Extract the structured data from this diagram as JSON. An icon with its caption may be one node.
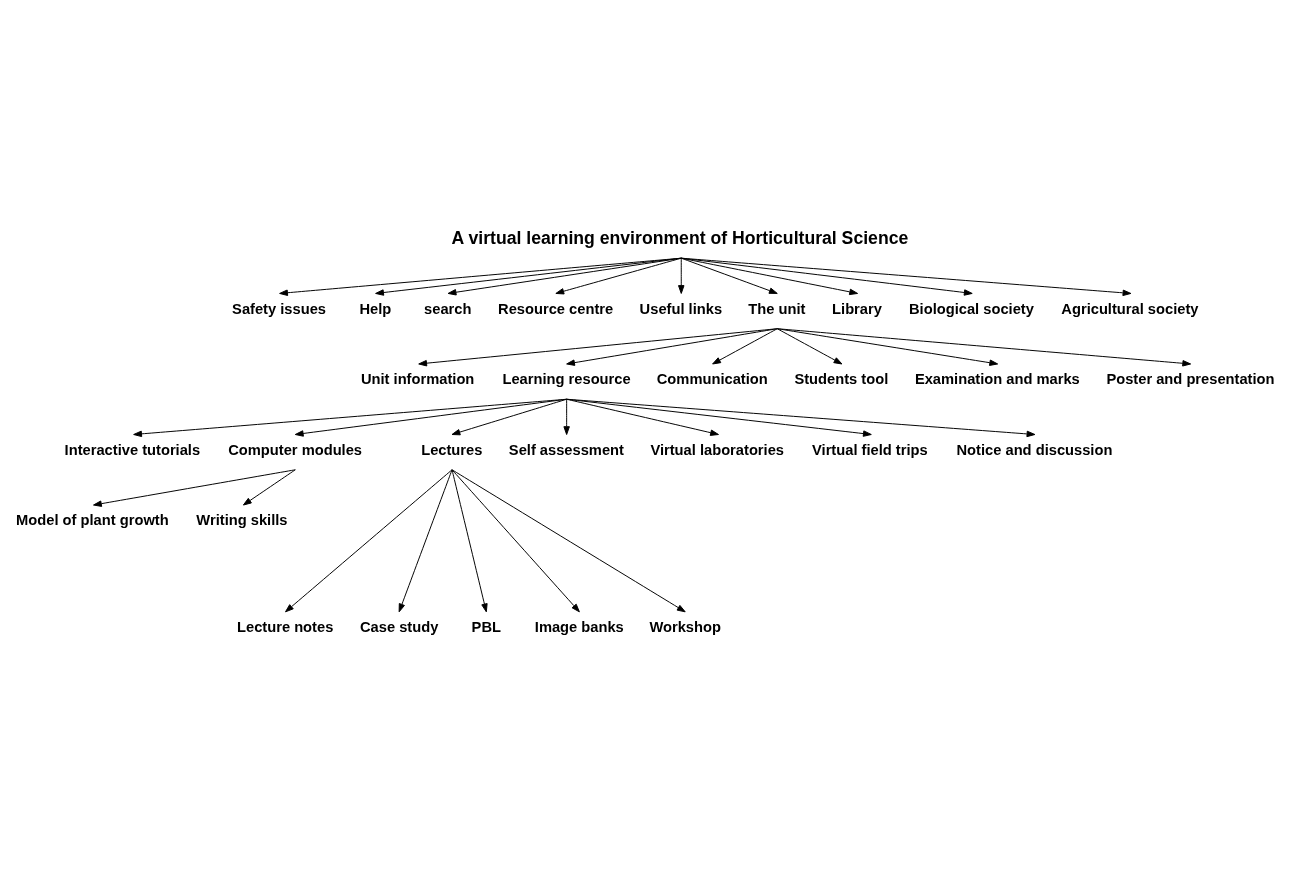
{
  "diagram": {
    "nodes": [
      {
        "text": [
          "A virtual learning environment of Horticultural Science"
        ]
      },
      {
        "text": [
          "Safety issues"
        ]
      },
      {
        "text": [
          "Help"
        ]
      },
      {
        "text": [
          "search"
        ]
      },
      {
        "text": [
          "Resource centre"
        ]
      },
      {
        "text": [
          "Useful links"
        ]
      },
      {
        "text": [
          "The unit"
        ]
      },
      {
        "text": [
          "Library"
        ]
      },
      {
        "text": [
          "Biological society"
        ]
      },
      {
        "text": [
          "Agricultural society"
        ]
      },
      {
        "text": [
          "Unit information"
        ]
      },
      {
        "text": [
          "Learning resource"
        ]
      },
      {
        "text": [
          "Communication"
        ]
      },
      {
        "text": [
          "Students tool"
        ]
      },
      {
        "text": [
          "Examination and marks"
        ]
      },
      {
        "text": [
          "Poster and presentation"
        ]
      },
      {
        "text": [
          "Interactive tutorials"
        ]
      },
      {
        "text": [
          "Computer modules"
        ]
      },
      {
        "text": [
          "Lectures"
        ]
      },
      {
        "text": [
          "Self assessment"
        ]
      },
      {
        "text": [
          "Virtual laboratories"
        ]
      },
      {
        "text": [
          "Virtual field trips"
        ]
      },
      {
        "text": [
          "Notice and discussion"
        ]
      },
      {
        "text": [
          "Model of plant growth"
        ]
      },
      {
        "text": [
          "Writing skills"
        ]
      },
      {
        "text": [
          "Lecture notes"
        ]
      },
      {
        "text": [
          "Case study"
        ]
      },
      {
        "text": [
          "PBL"
        ]
      },
      {
        "text": [
          "Image banks"
        ]
      },
      {
        "text": [
          "Workshop"
        ]
      }
    ],
    "edges": [
      {
        "from": 0,
        "to": 1,
        "arrow": "to"
      },
      {
        "from": 0,
        "to": 2,
        "arrow": "to"
      },
      {
        "from": 0,
        "to": 3,
        "arrow": "to"
      },
      {
        "from": 0,
        "to": 4,
        "arrow": "to"
      },
      {
        "from": 0,
        "to": 5,
        "arrow": "to"
      },
      {
        "from": 0,
        "to": 6,
        "arrow": "to"
      },
      {
        "from": 0,
        "to": 7,
        "arrow": "to"
      },
      {
        "from": 0,
        "to": 8,
        "arrow": "to"
      },
      {
        "from": 0,
        "to": 9,
        "arrow": "to"
      },
      {
        "from": 6,
        "to": 10,
        "arrow": "to"
      },
      {
        "from": 6,
        "to": 11,
        "arrow": "to"
      },
      {
        "from": 6,
        "to": 12,
        "arrow": "to"
      },
      {
        "from": 6,
        "to": 13,
        "arrow": "to"
      },
      {
        "from": 6,
        "to": 14,
        "arrow": "to"
      },
      {
        "from": 6,
        "to": 15,
        "arrow": "to"
      },
      {
        "from": 11,
        "to": 16,
        "arrow": "to"
      },
      {
        "from": 11,
        "to": 17,
        "arrow": "to"
      },
      {
        "from": 11,
        "to": 18,
        "arrow": "to"
      },
      {
        "from": 11,
        "to": 19,
        "arrow": "to"
      },
      {
        "from": 11,
        "to": 20,
        "arrow": "to"
      },
      {
        "from": 11,
        "to": 21,
        "arrow": "to"
      },
      {
        "from": 11,
        "to": 22,
        "arrow": "to"
      },
      {
        "from": 17,
        "to": 23,
        "arrow": "to"
      },
      {
        "from": 17,
        "to": 24,
        "arrow": "to"
      },
      {
        "from": 18,
        "to": 25,
        "arrow": "to"
      },
      {
        "from": 18,
        "to": 26,
        "arrow": "to"
      },
      {
        "from": 18,
        "to": 27,
        "arrow": "to"
      },
      {
        "from": 18,
        "to": 28,
        "arrow": "to"
      },
      {
        "from": 18,
        "to": 29,
        "arrow": "to"
      }
    ]
  }
}
